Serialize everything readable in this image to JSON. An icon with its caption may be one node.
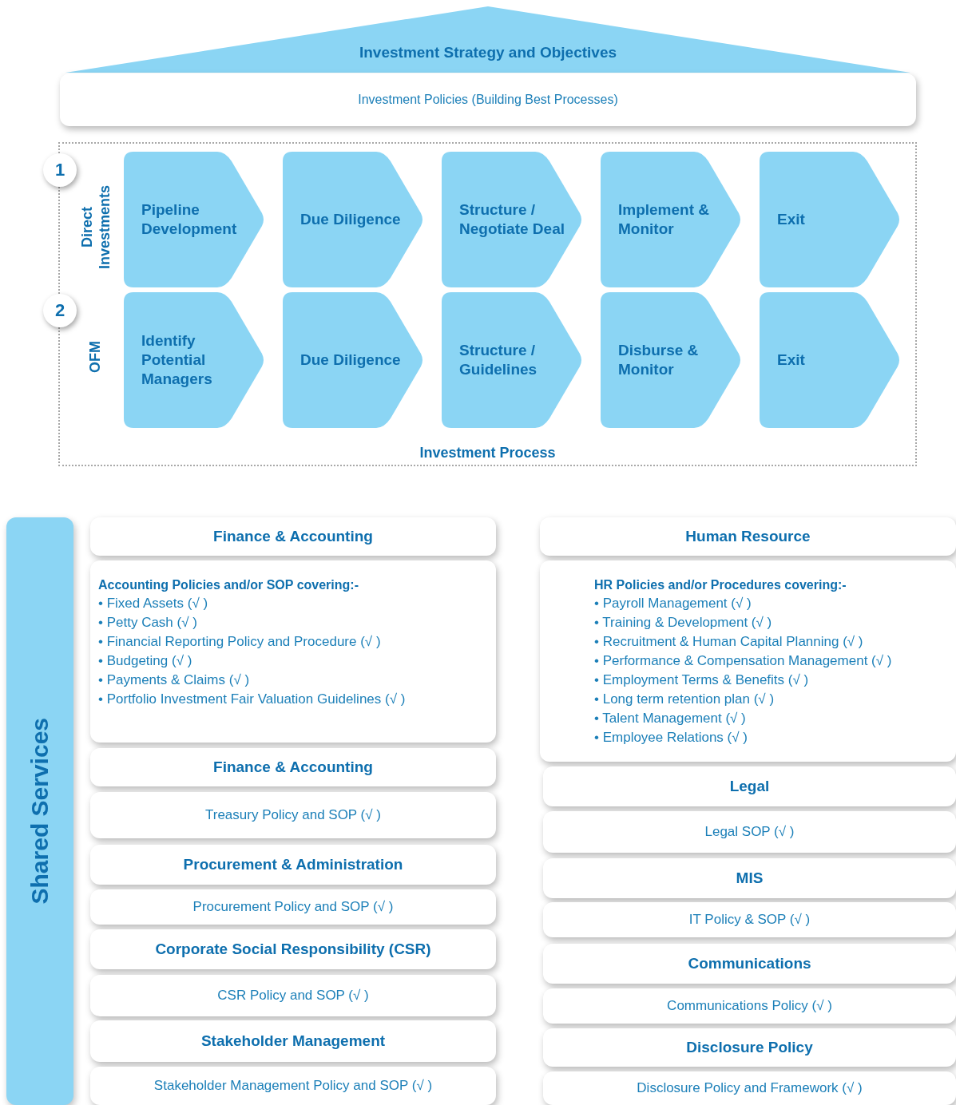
{
  "diagram": {
    "nodes": [
      {
        "text": [
          "Investment Strategy and Objectives"
        ]
      },
      {
        "text": [
          "Investment Policies (Building Best Processes)"
        ]
      },
      {
        "text": [
          "Investment Process"
        ]
      },
      {
        "text": [
          "1"
        ]
      },
      {
        "text": [
          "Pipeline Development"
        ],
        "in": 2
      },
      {
        "text": [
          "Due Diligence"
        ],
        "in": 2
      },
      {
        "text": [
          "Structure / Negotiate Deal"
        ],
        "in": 2
      },
      {
        "text": [
          "Implement & Monitor"
        ],
        "in": 2
      },
      {
        "text": [
          "Exit"
        ],
        "in": 2
      },
      {
        "text": [
          "2"
        ]
      },
      {
        "text": [
          "Identify Potential Managers"
        ],
        "in": 2
      },
      {
        "text": [
          "Due Diligence"
        ],
        "in": 2
      },
      {
        "text": [
          "Structure / Guidelines"
        ],
        "in": 2
      },
      {
        "text": [
          "Disburse & Monitor"
        ],
        "in": 2
      },
      {
        "text": [
          "Exit"
        ],
        "in": 2
      },
      {
        "text": [
          "Shared Services"
        ]
      },
      {
        "text": [
          "Finance & Accounting"
        ]
      },
      {
        "text": [
          "Accounting Policies and/or SOP covering:-",
          "• Fixed Assets (√ )",
          "• Petty Cash (√ )",
          "• Financial Reporting Policy and Procedure (√ )",
          "• Budgeting (√ )",
          "• Payments & Claims (√ )",
          "• Portfolio Investment Fair Valuation Guidelines (√ )"
        ]
      },
      {
        "text": [
          "Finance & Accounting"
        ]
      },
      {
        "text": [
          "Treasury Policy and SOP (√ )"
        ]
      },
      {
        "text": [
          "Procurement & Administration"
        ]
      },
      {
        "text": [
          "Procurement Policy and SOP (√ )"
        ]
      },
      {
        "text": [
          "Corporate Social Responsibility (CSR)"
        ]
      },
      {
        "text": [
          "CSR Policy and SOP (√ )"
        ]
      },
      {
        "text": [
          "Stakeholder Management"
        ]
      },
      {
        "text": [
          "Stakeholder Management Policy and SOP (√ )"
        ]
      },
      {
        "text": [
          "Human Resource"
        ]
      },
      {
        "text": [
          "HR Policies and/or Procedures covering:-",
          "• Payroll Management (√ )",
          "• Training & Development (√ )",
          "• Recruitment & Human Capital Planning (√ )",
          "• Performance & Compensation Management (√ )",
          "• Employment Terms & Benefits (√ )",
          "• Long term retention plan (√ )",
          "• Talent Management (√ )",
          "• Employee Relations (√ )"
        ]
      },
      {
        "text": [
          "Legal"
        ]
      },
      {
        "text": [
          "Legal SOP (√ )"
        ]
      },
      {
        "text": [
          "MIS"
        ]
      },
      {
        "text": [
          "IT Policy & SOP (√ )"
        ]
      },
      {
        "text": [
          "Communications"
        ]
      },
      {
        "text": [
          "Communications Policy (√ )"
        ]
      },
      {
        "text": [
          "Disclosure Policy"
        ]
      },
      {
        "text": [
          "Disclosure Policy and Framework (√ )"
        ]
      }
    ],
    "edges": [],
    "labels": [
      "Direct Investments",
      "OFM"
    ]
  }
}
